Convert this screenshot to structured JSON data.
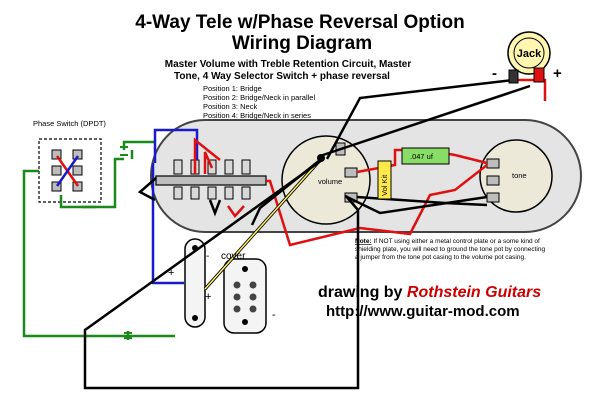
{
  "title": {
    "line1": "4-Way Tele w/Phase Reversal  Option",
    "line2": "Wiring Diagram"
  },
  "subtitle": {
    "line1": "Master Volume with Treble Retention Circuit,  Master",
    "line2": "Tone, 4 Way Selector Switch + phase reversal"
  },
  "positions": [
    "Position 1:  Bridge",
    "Position 2:  Bridge/Neck in parallel",
    "Position 3:  Neck",
    "Position 4:  Bridge/Neck in series"
  ],
  "labels": {
    "phase_switch": "Phase Switch (DPDT)",
    "jack": "Jack",
    "jack_minus": "-",
    "jack_plus": "+",
    "capacitor": ".047 uf",
    "volume": "volume",
    "vol_kit": "Vol Kit",
    "tone": "tone",
    "cover": "cover",
    "neck_plus": "+",
    "neck_minus": "-",
    "bridge_minus": "-",
    "bridge_plus": "+"
  },
  "note": {
    "heading": "Note:",
    "line1": " If NOT using either a metal control plate or a some kind of",
    "line2": "shielding plate, you will need to ground the tone pot by connecting",
    "line3": "a jumper from the tone pot casing to the volume pot casing."
  },
  "credit": {
    "prefix": "drawing by ",
    "brand": "Rothstein Guitars",
    "url": "http://www.guitar-mod.com"
  },
  "colors": {
    "hot": "#e01010",
    "ground": "#000000",
    "green": "#1a8a1a",
    "blue": "#1a1acc",
    "cream": "#ece9d8",
    "plate": "#e4e4e4",
    "cap": "#88dd66",
    "volkit": "#ffe94a",
    "jack": "#fff7b0"
  }
}
